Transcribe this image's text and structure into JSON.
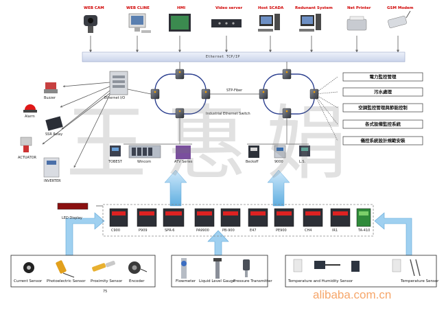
{
  "top_devices": [
    {
      "id": "webcam",
      "label": "WEB CAM",
      "icon": "webcam-icon"
    },
    {
      "id": "webclient",
      "label": "WEB CLINE",
      "icon": "monitor-icon"
    },
    {
      "id": "hmi",
      "label": "HMI",
      "icon": "touch-panel-icon"
    },
    {
      "id": "videoserver",
      "label": "Video server",
      "icon": "video-server-icon"
    },
    {
      "id": "hostscada",
      "label": "Host SCADA",
      "icon": "desktop-computer-icon"
    },
    {
      "id": "redundant",
      "label": "Redunant System",
      "icon": "desktop-computer-icon"
    },
    {
      "id": "printer",
      "label": "Net Printer",
      "icon": "printer-icon"
    },
    {
      "id": "gsm",
      "label": "GSM Modem",
      "icon": "modem-icon"
    }
  ],
  "ethernet_label": "Ethernet TCP/IP",
  "ring_labels": {
    "fiber": "STP-Fiber",
    "switch": "Industrial Ethernet Switch"
  },
  "ethernet_io_label": "Ethernet I/O",
  "left_devices": [
    {
      "id": "buzzer",
      "label": "Buzzer",
      "icon": "buzzer-icon"
    },
    {
      "id": "alarm",
      "label": "Alarm",
      "icon": "alarm-light-icon"
    },
    {
      "id": "ssr",
      "label": "SSR Relay",
      "icon": "relay-icon"
    },
    {
      "id": "actuator",
      "label": "ACTUATOR",
      "icon": "valve-actuator-icon"
    },
    {
      "id": "inverter",
      "label": "INVERTER",
      "icon": "inverter-icon"
    },
    {
      "id": "led",
      "label": "LED Display",
      "icon": "led-display-icon"
    }
  ],
  "mid_devices": [
    {
      "id": "tobest",
      "label": "TOBEST",
      "icon": "controller-icon"
    },
    {
      "id": "wincom",
      "label": "Wincom",
      "icon": "plc-icon"
    },
    {
      "id": "atv",
      "label": "ATV Series",
      "icon": "drive-icon"
    },
    {
      "id": "bmcp",
      "label": "Beckoff",
      "icon": "controller-icon"
    },
    {
      "id": "m900",
      "label": "9000",
      "icon": "controller-icon"
    },
    {
      "id": "ls",
      "label": "L.S.",
      "icon": "controller-icon"
    }
  ],
  "right_boxes": [
    {
      "text": "電力監控管理"
    },
    {
      "text": "污水處理"
    },
    {
      "text": "空調監控管理與節能控制"
    },
    {
      "text": "各式設備監控系統"
    },
    {
      "text": "儀控系統設計規範安裝"
    }
  ],
  "meters": [
    {
      "label": "C900"
    },
    {
      "label": "P909"
    },
    {
      "label": "SPR-6"
    },
    {
      "label": "PA9900"
    },
    {
      "label": "PB-900"
    },
    {
      "label": "E47"
    },
    {
      "label": "PE900"
    },
    {
      "label": "CH4"
    },
    {
      "label": "IR1"
    },
    {
      "label": "TA-410"
    }
  ],
  "sensor_groups": [
    {
      "items": [
        {
          "label": "Current Sensor",
          "icon": "current-sensor-icon"
        },
        {
          "label": "Photoelectric Sensor",
          "icon": "photoelectric-sensor-icon"
        },
        {
          "label": "Proximity Sensor",
          "icon": "proximity-sensor-icon"
        },
        {
          "label": "Encoder",
          "icon": "encoder-icon"
        }
      ]
    },
    {
      "items": [
        {
          "label": "Flowmeter",
          "icon": "flowmeter-icon"
        },
        {
          "label": "Liquid Level Gauge",
          "icon": "level-gauge-icon"
        },
        {
          "label": "Pressure Transmitter",
          "icon": "pressure-transmitter-icon"
        }
      ]
    },
    {
      "items": [
        {
          "label": "Temperature and Humidity Sensor",
          "icon": "humidity-sensor-icon"
        },
        {
          "label": "Temperature Sensor",
          "icon": "temperature-sensor-icon"
        }
      ]
    }
  ],
  "page_no": "75",
  "watermark": "王惠娟",
  "site_watermark": "alibaba.com.cn",
  "colors": {
    "accent_red": "#d00000",
    "arrow_blue": "#7fc0ea",
    "ring": "#2b3f8f",
    "ethernet_bar": "#dde4f2"
  }
}
